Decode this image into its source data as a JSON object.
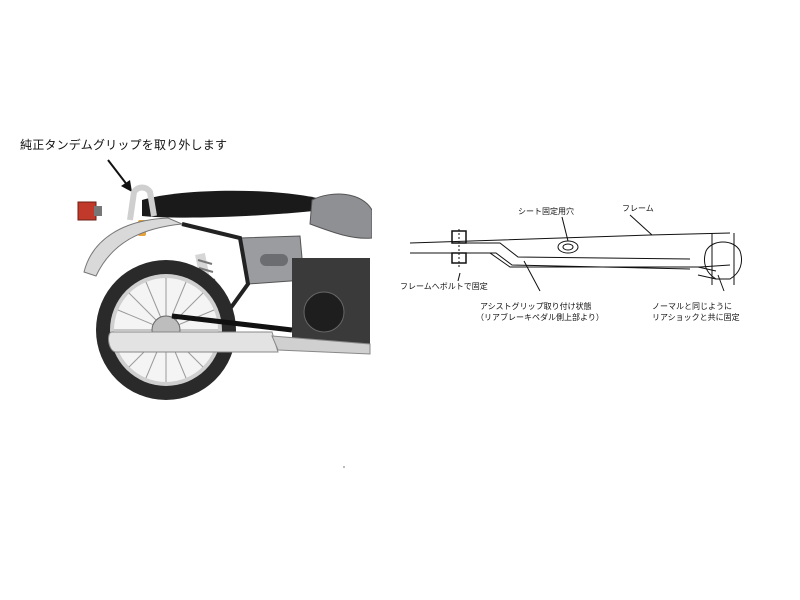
{
  "photo": {
    "caption": "純正タンデムグリップを取り外します"
  },
  "diagram": {
    "labels": {
      "seat_hole": "シート固定用穴",
      "frame": "フレーム",
      "frame_bolt": "フレームへボルトで固定",
      "assist_grip_line1": "アシストグリップ取り付け状態",
      "assist_grip_line2": "（リアブレーキペダル側上部より）",
      "normal_line1": "ノーマルと同じように",
      "normal_line2": "リアショックと共に固定"
    }
  },
  "colors": {
    "chrome": "#cfcfcf",
    "seat": "#1a1a1a",
    "tank": "#8e9094",
    "tire": "#2a2a2a",
    "line": "#111111"
  }
}
